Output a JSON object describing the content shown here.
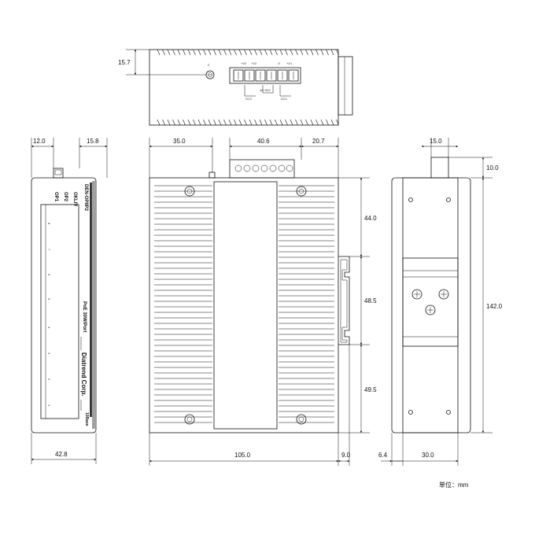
{
  "dimensions": {
    "top_height": "15.7",
    "left_a": "12.0",
    "left_b": "15.8",
    "front_a": "35.0",
    "front_b": "40.6",
    "front_c": "20.7",
    "right_top_w": "15.0",
    "right_top_h": "10.0",
    "seg1": "44.0",
    "seg2": "48.5",
    "seg3": "49.5",
    "total_h": "142.0",
    "left_width": "42.8",
    "front_width": "105.0",
    "rail_depth": "9.0",
    "right_off": "6.4",
    "right_w": "30.0"
  },
  "top_view": {
    "terminal_top_labels": [
      "+V2",
      "+V2",
      "-V",
      "+V1"
    ],
    "terminal_bottom_labels": [
      "DC2",
      "48~54V",
      "DC1"
    ]
  },
  "side_panel": {
    "model": "DEN-OP8P2",
    "indicators": [
      "OKLIV",
      "OP2",
      "OP1"
    ],
    "port_numbers": [
      "8",
      "7",
      "6",
      "5",
      "4",
      "3",
      "2",
      "1"
    ],
    "poe": "PoE 30W/Port",
    "brand": "Diatrend Corp.",
    "speed": "10Base"
  },
  "unit_label": "単位：mm",
  "icons": [
    "ground-screw-icon",
    "terminal-block-icon",
    "din-rail-clip-icon",
    "mounting-screw-icon"
  ]
}
